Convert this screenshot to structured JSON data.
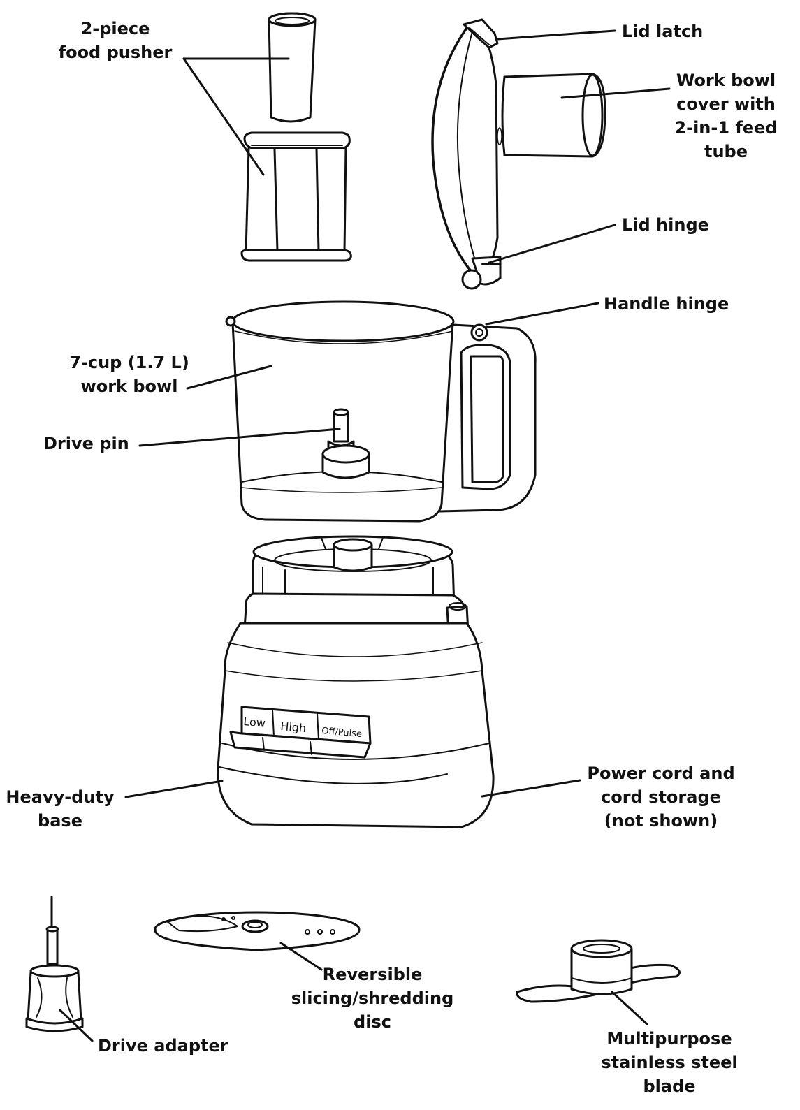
{
  "labels": {
    "food_pusher": "2-piece\nfood pusher",
    "lid_latch": "Lid latch",
    "work_bowl_cover": "Work bowl\ncover with\n2-in-1 feed\ntube",
    "lid_hinge": "Lid hinge",
    "handle_hinge": "Handle hinge",
    "work_bowl": "7-cup (1.7 L)\nwork bowl",
    "drive_pin": "Drive pin",
    "base": "Heavy-duty\nbase",
    "power_cord": "Power cord and\ncord storage\n(not shown)",
    "slicing_disc": "Reversible\nslicing/shredding\ndisc",
    "drive_adapter": "Drive adapter",
    "blade": "Multipurpose\nstainless steel\nblade"
  },
  "buttons": {
    "low": "Low",
    "high": "High",
    "off_pulse": "Off/Pulse"
  }
}
